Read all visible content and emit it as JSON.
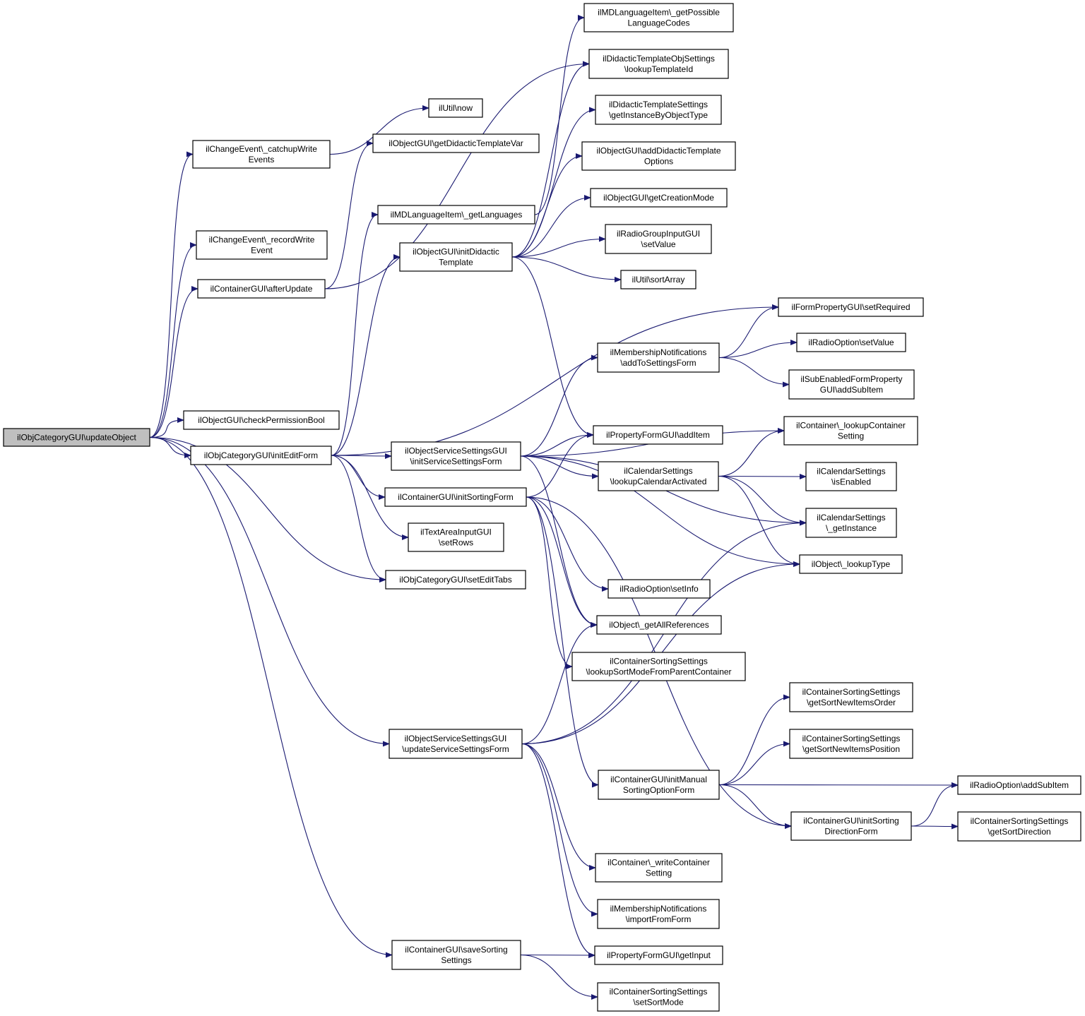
{
  "diagram": {
    "edge_color": "#191970",
    "root_fill": "#bfbfbf",
    "nodes": [
      {
        "id": "updateObject",
        "lines": [
          "ilObjCategoryGUI\\updateObject"
        ],
        "root": true
      },
      {
        "id": "catchup",
        "lines": [
          "ilChangeEvent\\_catchupWrite",
          "Events"
        ]
      },
      {
        "id": "recordWrite",
        "lines": [
          "ilChangeEvent\\_recordWrite",
          "Event"
        ]
      },
      {
        "id": "afterUpdate",
        "lines": [
          "ilContainerGUI\\afterUpdate"
        ]
      },
      {
        "id": "checkPerm",
        "lines": [
          "ilObjectGUI\\checkPermissionBool"
        ]
      },
      {
        "id": "initEditForm",
        "lines": [
          "ilObjCategoryGUI\\initEditForm"
        ]
      },
      {
        "id": "updateSvc",
        "lines": [
          "ilObjectServiceSettingsGUI",
          "\\updateServiceSettingsForm"
        ]
      },
      {
        "id": "saveSorting",
        "lines": [
          "ilContainerGUI\\saveSorting",
          "Settings"
        ]
      },
      {
        "id": "utilNow",
        "lines": [
          "ilUtil\\now"
        ]
      },
      {
        "id": "getDidVar",
        "lines": [
          "ilObjectGUI\\getDidacticTemplateVar"
        ]
      },
      {
        "id": "getLanguages",
        "lines": [
          "ilMDLanguageItem\\_getLanguages"
        ]
      },
      {
        "id": "initDidactic",
        "lines": [
          "ilObjectGUI\\initDidactic",
          "Template"
        ]
      },
      {
        "id": "initSvc",
        "lines": [
          "ilObjectServiceSettingsGUI",
          "\\initServiceSettingsForm"
        ]
      },
      {
        "id": "initSortingForm",
        "lines": [
          "ilContainerGUI\\initSortingForm"
        ]
      },
      {
        "id": "setRows",
        "lines": [
          "ilTextAreaInputGUI",
          "\\setRows"
        ]
      },
      {
        "id": "setEditTabs",
        "lines": [
          "ilObjCategoryGUI\\setEditTabs"
        ]
      },
      {
        "id": "getPossibleLang",
        "lines": [
          "ilMDLanguageItem\\_getPossible",
          "LanguageCodes"
        ]
      },
      {
        "id": "lookupTemplateId",
        "lines": [
          "ilDidacticTemplateObjSettings",
          "\\lookupTemplateId"
        ]
      },
      {
        "id": "getInstanceByObjType",
        "lines": [
          "ilDidacticTemplateSettings",
          "\\getInstanceByObjectType"
        ]
      },
      {
        "id": "addDidOptions",
        "lines": [
          "ilObjectGUI\\addDidacticTemplate",
          "Options"
        ]
      },
      {
        "id": "getCreationMode",
        "lines": [
          "ilObjectGUI\\getCreationMode"
        ]
      },
      {
        "id": "radioGroupSetValue",
        "lines": [
          "ilRadioGroupInputGUI",
          "\\setValue"
        ]
      },
      {
        "id": "sortArray",
        "lines": [
          "ilUtil\\sortArray"
        ]
      },
      {
        "id": "membershipAdd",
        "lines": [
          "ilMembershipNotifications",
          "\\addToSettingsForm"
        ]
      },
      {
        "id": "addItem",
        "lines": [
          "ilPropertyFormGUI\\addItem"
        ]
      },
      {
        "id": "calLookup",
        "lines": [
          "ilCalendarSettings",
          "\\lookupCalendarActivated"
        ]
      },
      {
        "id": "radioSetInfo",
        "lines": [
          "ilRadioOption\\setInfo"
        ]
      },
      {
        "id": "getAllRefs",
        "lines": [
          "ilObject\\_getAllReferences"
        ]
      },
      {
        "id": "lookupSortMode",
        "lines": [
          "ilContainerSortingSettings",
          "\\lookupSortModeFromParentContainer"
        ]
      },
      {
        "id": "initManual",
        "lines": [
          "ilContainerGUI\\initManual",
          "SortingOptionForm"
        ]
      },
      {
        "id": "writeContainer",
        "lines": [
          "ilContainer\\_writeContainer",
          "Setting"
        ]
      },
      {
        "id": "membershipImport",
        "lines": [
          "ilMembershipNotifications",
          "\\importFromForm"
        ]
      },
      {
        "id": "getInput",
        "lines": [
          "ilPropertyFormGUI\\getInput"
        ]
      },
      {
        "id": "setSortMode",
        "lines": [
          "ilContainerSortingSettings",
          "\\setSortMode"
        ]
      },
      {
        "id": "setRequired",
        "lines": [
          "ilFormPropertyGUI\\setRequired"
        ]
      },
      {
        "id": "radioSetValue",
        "lines": [
          "ilRadioOption\\setValue"
        ]
      },
      {
        "id": "subEnabledAdd",
        "lines": [
          "ilSubEnabledFormProperty",
          "GUI\\addSubItem"
        ]
      },
      {
        "id": "lookupContainerSetting",
        "lines": [
          "ilContainer\\_lookupContainer",
          "Setting"
        ]
      },
      {
        "id": "calIsEnabled",
        "lines": [
          "ilCalendarSettings",
          "\\isEnabled"
        ]
      },
      {
        "id": "calGetInstance",
        "lines": [
          "ilCalendarSettings",
          "\\_getInstance"
        ]
      },
      {
        "id": "lookupType",
        "lines": [
          "ilObject\\_lookupType"
        ]
      },
      {
        "id": "getSortNewOrder",
        "lines": [
          "ilContainerSortingSettings",
          "\\getSortNewItemsOrder"
        ]
      },
      {
        "id": "getSortNewPos",
        "lines": [
          "ilContainerSortingSettings",
          "\\getSortNewItemsPosition"
        ]
      },
      {
        "id": "initSortDirection",
        "lines": [
          "ilContainerGUI\\initSorting",
          "DirectionForm"
        ]
      },
      {
        "id": "radioAddSubItem",
        "lines": [
          "ilRadioOption\\addSubItem"
        ]
      },
      {
        "id": "getSortDirection",
        "lines": [
          "ilContainerSortingSettings",
          "\\getSortDirection"
        ]
      }
    ],
    "edges": [
      [
        "updateObject",
        "catchup"
      ],
      [
        "updateObject",
        "recordWrite"
      ],
      [
        "updateObject",
        "afterUpdate"
      ],
      [
        "updateObject",
        "checkPerm"
      ],
      [
        "updateObject",
        "initEditForm"
      ],
      [
        "updateObject",
        "setEditTabs"
      ],
      [
        "updateObject",
        "updateSvc"
      ],
      [
        "updateObject",
        "saveSorting"
      ],
      [
        "catchup",
        "utilNow"
      ],
      [
        "afterUpdate",
        "getDidVar"
      ],
      [
        "afterUpdate",
        "lookupTemplateId"
      ],
      [
        "initEditForm",
        "getLanguages"
      ],
      [
        "initEditForm",
        "initDidactic"
      ],
      [
        "initEditForm",
        "setRequired"
      ],
      [
        "initEditForm",
        "initSvc"
      ],
      [
        "initEditForm",
        "initSortingForm"
      ],
      [
        "initEditForm",
        "setRows"
      ],
      [
        "initEditForm",
        "setEditTabs"
      ],
      [
        "getLanguages",
        "getPossibleLang"
      ],
      [
        "initDidactic",
        "lookupTemplateId"
      ],
      [
        "initDidactic",
        "getInstanceByObjType"
      ],
      [
        "initDidactic",
        "addDidOptions"
      ],
      [
        "initDidactic",
        "getCreationMode"
      ],
      [
        "initDidactic",
        "radioGroupSetValue"
      ],
      [
        "initDidactic",
        "sortArray"
      ],
      [
        "initDidactic",
        "addItem"
      ],
      [
        "initSvc",
        "membershipAdd"
      ],
      [
        "initSvc",
        "addItem"
      ],
      [
        "initSvc",
        "lookupContainerSetting"
      ],
      [
        "initSvc",
        "calLookup"
      ],
      [
        "initSvc",
        "calGetInstance"
      ],
      [
        "initSvc",
        "lookupType"
      ],
      [
        "initSvc",
        "getAllRefs"
      ],
      [
        "initSortingForm",
        "addItem"
      ],
      [
        "initSortingForm",
        "radioSetInfo"
      ],
      [
        "initSortingForm",
        "getAllRefs"
      ],
      [
        "initSortingForm",
        "lookupSortMode"
      ],
      [
        "initSortingForm",
        "initManual"
      ],
      [
        "initSortingForm",
        "initSortDirection"
      ],
      [
        "membershipAdd",
        "setRequired"
      ],
      [
        "membershipAdd",
        "radioSetValue"
      ],
      [
        "membershipAdd",
        "subEnabledAdd"
      ],
      [
        "calLookup",
        "lookupContainerSetting"
      ],
      [
        "calLookup",
        "calIsEnabled"
      ],
      [
        "calLookup",
        "calGetInstance"
      ],
      [
        "calLookup",
        "lookupType"
      ],
      [
        "updateSvc",
        "getAllRefs"
      ],
      [
        "updateSvc",
        "calGetInstance"
      ],
      [
        "updateSvc",
        "lookupType"
      ],
      [
        "updateSvc",
        "writeContainer"
      ],
      [
        "updateSvc",
        "membershipImport"
      ],
      [
        "updateSvc",
        "getInput"
      ],
      [
        "saveSorting",
        "getInput"
      ],
      [
        "saveSorting",
        "setSortMode"
      ],
      [
        "initManual",
        "getSortNewOrder"
      ],
      [
        "initManual",
        "getSortNewPos"
      ],
      [
        "initManual",
        "radioAddSubItem"
      ],
      [
        "initManual",
        "initSortDirection"
      ],
      [
        "initSortDirection",
        "radioAddSubItem"
      ],
      [
        "initSortDirection",
        "getSortDirection"
      ]
    ]
  }
}
